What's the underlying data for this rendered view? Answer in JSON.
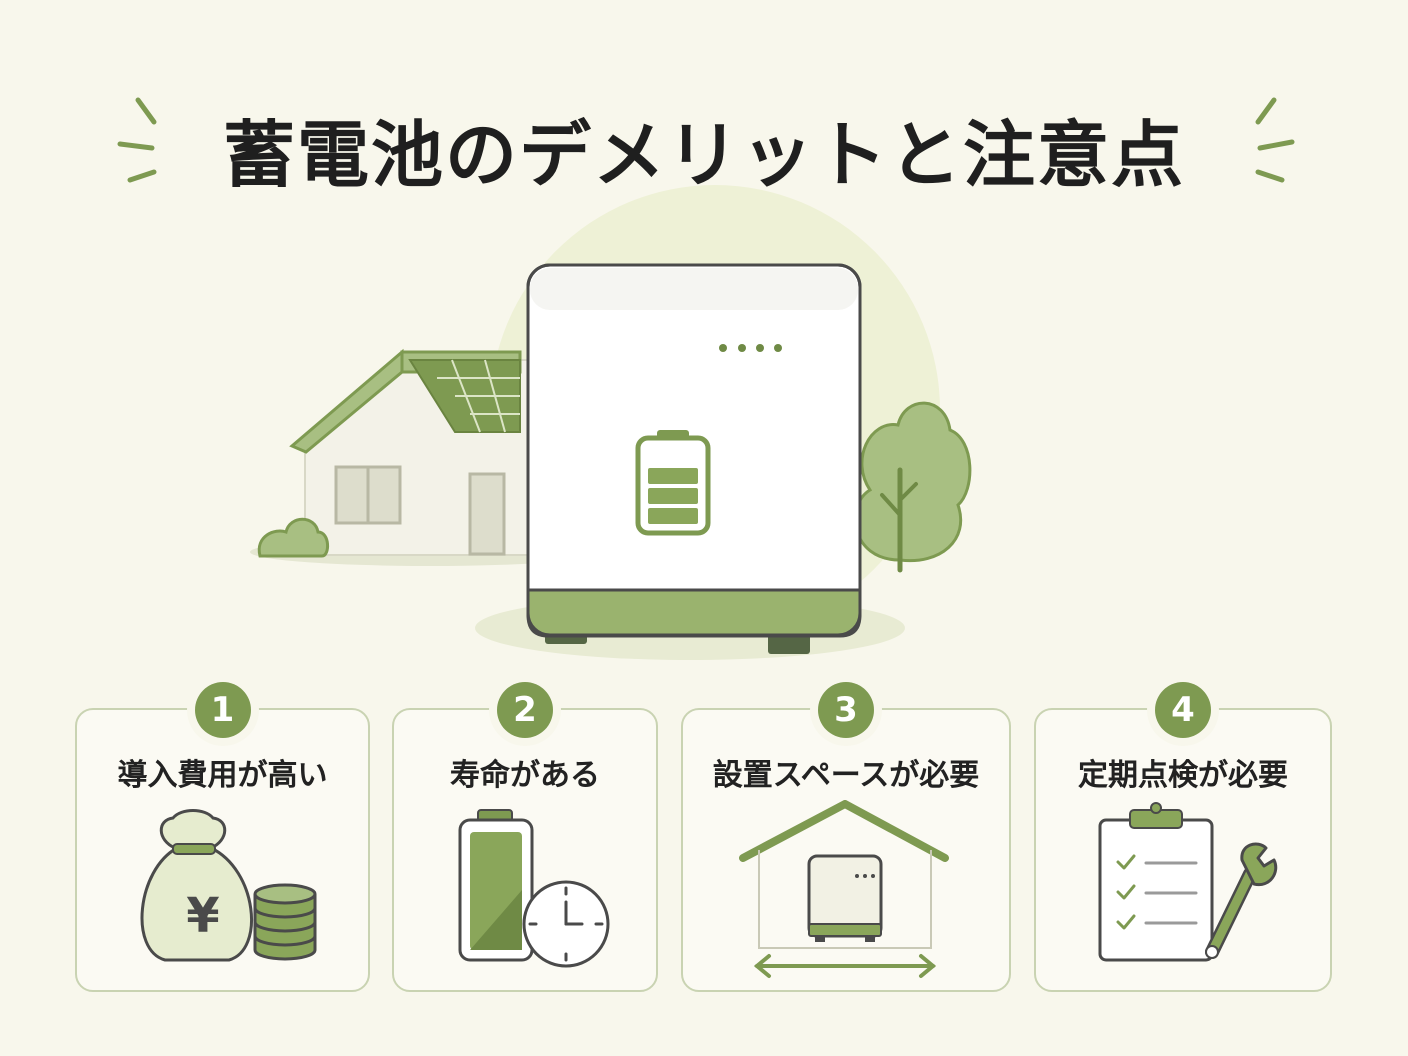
{
  "title": "蓄電池のデメリットと注意点",
  "colors": {
    "accent": "#7e9a51",
    "light_green": "#e6eccf",
    "background": "#f8f7ec",
    "text": "#222222"
  },
  "hero": {
    "icons": [
      "house-with-solar-panel-icon",
      "home-battery-unit-icon",
      "tree-icon",
      "bush-icon"
    ]
  },
  "cards": [
    {
      "number": "1",
      "label": "導入費用が高い",
      "icon": "money-bag-yen-icon",
      "symbol": "¥"
    },
    {
      "number": "2",
      "label": "寿命がある",
      "icon": "battery-clock-icon"
    },
    {
      "number": "3",
      "label": "設置スペースが必要",
      "icon": "space-house-battery-icon"
    },
    {
      "number": "4",
      "label": "定期点検が必要",
      "icon": "clipboard-wrench-icon"
    }
  ]
}
